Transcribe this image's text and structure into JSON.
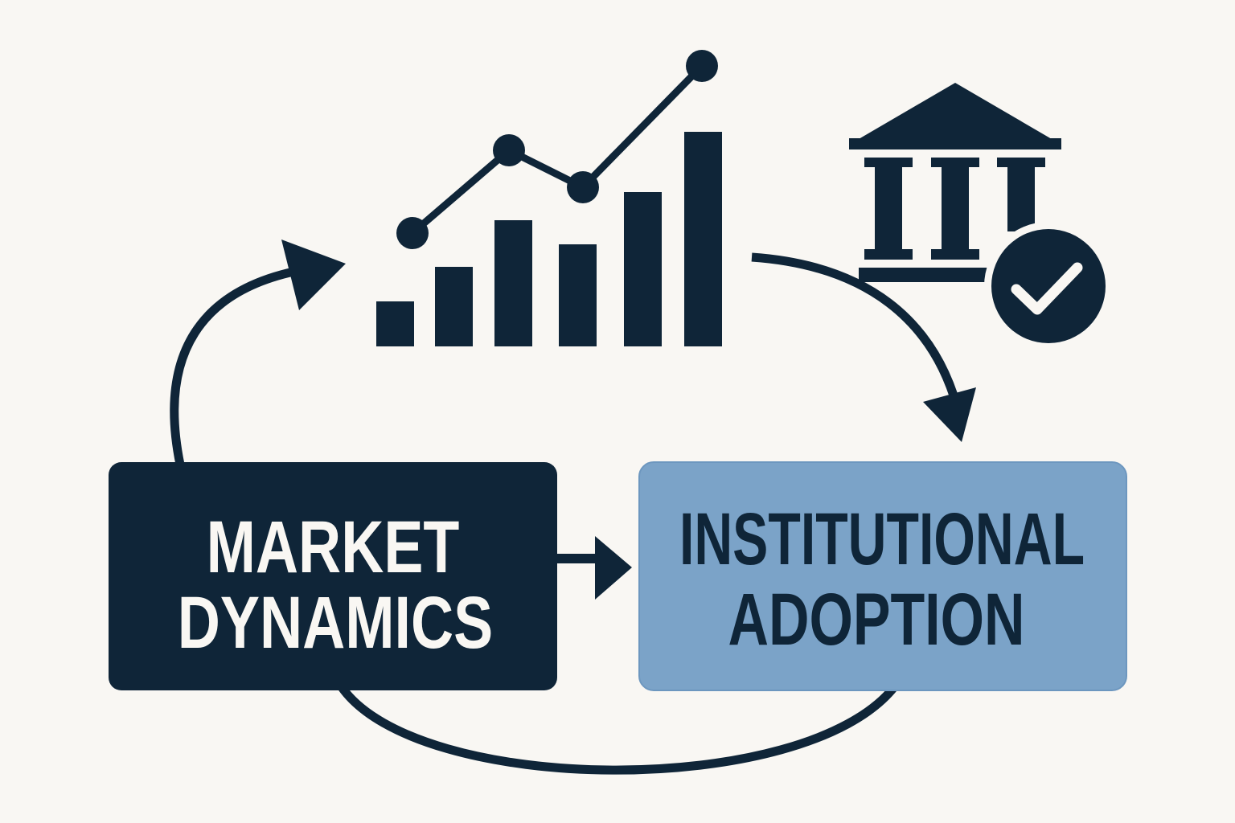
{
  "colors": {
    "background": "#f9f7f3",
    "navy": "#0f2538",
    "blue": "#7ba3c8"
  },
  "boxes": {
    "market": {
      "line1": "MARKET",
      "line2": "DYNAMICS"
    },
    "institutional": {
      "line1": "INSTITUTIONAL",
      "line2": "ADOPTION"
    }
  },
  "icons": [
    "bar-chart-icon",
    "trend-line-icon",
    "bank-icon",
    "check-circle-icon"
  ]
}
